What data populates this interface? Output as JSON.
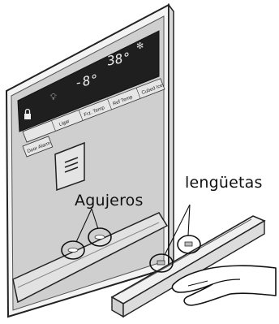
{
  "panel": {
    "buttons": [
      {
        "name": "child-lock",
        "label": ""
      },
      {
        "name": "light",
        "label": "Ligar"
      },
      {
        "name": "frz-temp",
        "label": "Frz. Temp"
      },
      {
        "name": "ref-temp",
        "label": "Ref Temp"
      },
      {
        "name": "cubed-ice",
        "label": "Cubed Ice"
      }
    ],
    "door_alarm": "Door Alarm"
  },
  "callouts": {
    "holes": "Agujeros",
    "tabs": "lengüetas"
  }
}
